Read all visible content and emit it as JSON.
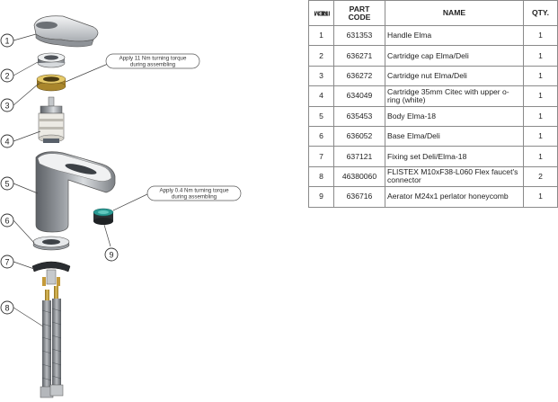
{
  "table": {
    "headers": {
      "item": [
        "ITEM",
        "NO."
      ],
      "part_code": [
        "PART",
        "CODE"
      ],
      "name": "NAME",
      "qty": "QTY."
    },
    "rows": [
      {
        "item": "1",
        "code": "631353",
        "name": "Handle Elma",
        "qty": "1"
      },
      {
        "item": "2",
        "code": "636271",
        "name": "Cartridge cap Elma/Deli",
        "qty": "1"
      },
      {
        "item": "3",
        "code": "636272",
        "name": "Cartridge nut Elma/Deli",
        "qty": "1"
      },
      {
        "item": "4",
        "code": "634049",
        "name": "Cartridge 35mm Citec with upper o-ring (white)",
        "qty": "1"
      },
      {
        "item": "5",
        "code": "635453",
        "name": "Body Elma-18",
        "qty": "1"
      },
      {
        "item": "6",
        "code": "636052",
        "name": "Base Elma/Deli",
        "qty": "1"
      },
      {
        "item": "7",
        "code": "637121",
        "name": "Fixing set Deli/Elma-18",
        "qty": "1"
      },
      {
        "item": "8",
        "code": "46380060",
        "name": "FLISTEX M10xF38-L060 Flex faucet's connector",
        "qty": "2"
      },
      {
        "item": "9",
        "code": "636716",
        "name": "Aerator M24x1 perlator honeycomb",
        "qty": "1"
      }
    ]
  },
  "drawing": {
    "balloons": [
      "1",
      "2",
      "3",
      "4",
      "5",
      "6",
      "7",
      "8",
      "9"
    ],
    "notes": {
      "cartridge_nut": [
        "Apply 11 Nm turning torque",
        "during assembling"
      ],
      "aerator": [
        "Apply 0.4 Nm turning torque",
        "during assembling"
      ]
    }
  },
  "colors": {
    "chrome_dark": "#6f7378",
    "chrome_light": "#e4e6e8",
    "brass": "#c9a442",
    "aerator_teal": "#2a9a94",
    "line": "#444444"
  }
}
